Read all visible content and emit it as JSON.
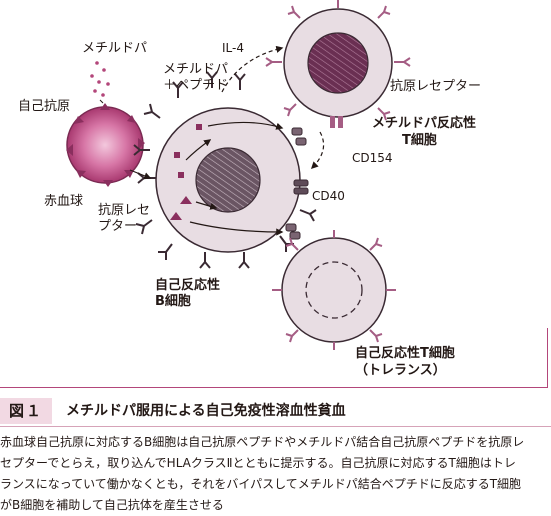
{
  "figure": {
    "labels": {
      "methyldopa": "メチルドパ",
      "methyldopa_peptide_1": "メチルドパ",
      "methyldopa_peptide_2": "＋ペプチド",
      "il4": "IL-4",
      "autoantigen": "自己抗原",
      "antigen_receptor_left_1": "抗原レセ",
      "antigen_receptor_left_2": "プター",
      "red_blood_cell": "赤血球",
      "antigen_receptor_right": "抗原レセプター",
      "methyldopa_t_cell_1": "メチルドパ反応性",
      "methyldopa_t_cell_2": "T細胞",
      "cd154": "CD154",
      "cd40": "CD40",
      "autoreactive_b_cell_1": "自己反応性",
      "autoreactive_b_cell_2": "B細胞",
      "autoreactive_t_cell_1": "自己反応性T細胞",
      "autoreactive_t_cell_2": "（トレランス）"
    },
    "colors": {
      "rbc_fill": "#c04a86",
      "cell_fill": "#e8dde3",
      "nucleus": "#5e4b58",
      "receptor": "#a55d84",
      "accent": "#b3467a",
      "caption_bg": "#f2d9e3"
    }
  },
  "caption": {
    "number": "図１",
    "title": "メチルドパ服用による自己免疫性溶血性貧血",
    "lines": [
      "赤血球自己抗原に対応するB細胞は自己抗原ペプチドやメチルドパ結合自己抗原ペプチドを抗原レ",
      "セプターでとらえ，取り込んでHLAクラスⅡとともに提示する。自己抗原に対応するT細胞はトレ",
      "ランスになっていて働かなくとも，それをバイパスしてメチルドパ結合ペプチドに反応するT細胞",
      "がB細胞を補助して自己抗体を産生させる"
    ]
  }
}
